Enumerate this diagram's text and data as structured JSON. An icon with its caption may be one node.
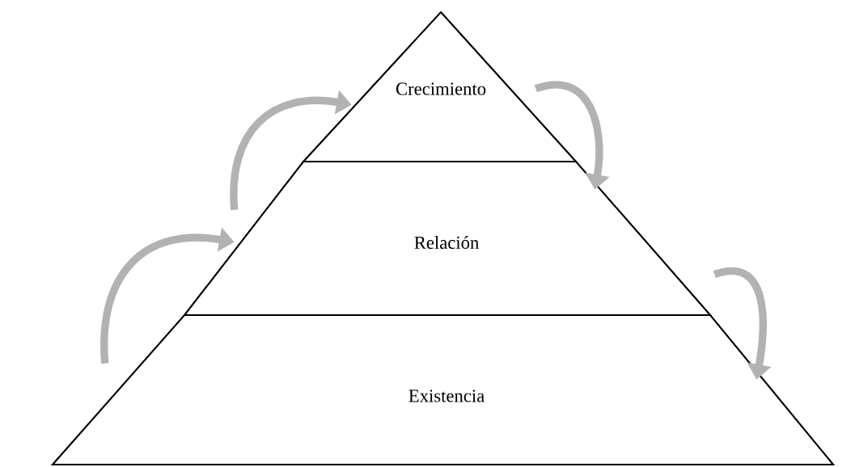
{
  "diagram": {
    "nodes": [
      {
        "text": [
          "Crecimiento"
        ]
      },
      {
        "text": [
          "Relación"
        ]
      },
      {
        "text": [
          "Existencia"
        ]
      }
    ],
    "edges": [
      {
        "from": 1,
        "to": 0,
        "arrow": "to"
      },
      {
        "from": 2,
        "to": 1,
        "arrow": "to"
      },
      {
        "from": 0,
        "to": 1,
        "arrow": "to"
      },
      {
        "from": 1,
        "to": 2,
        "arrow": "to"
      }
    ]
  }
}
